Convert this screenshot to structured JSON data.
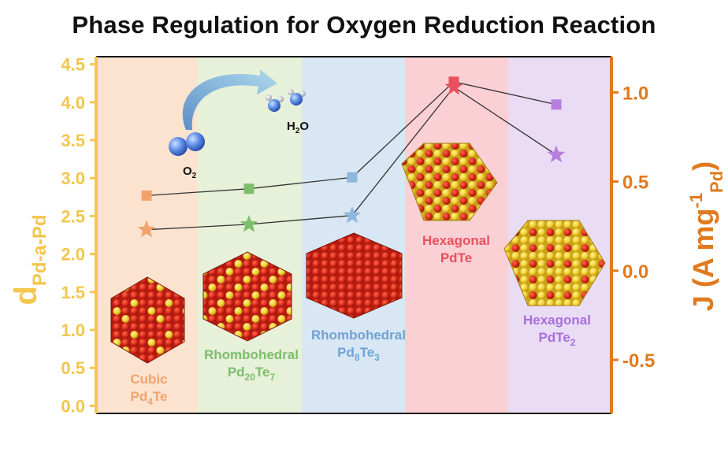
{
  "title": "Phase Regulation for Oxygen Reduction Reaction",
  "chart_data": {
    "type": "line",
    "title": "Phase Regulation for Oxygen Reduction Reaction",
    "categories": [
      "Cubic Pd4Te",
      "Rhombohedral Pd20Te7",
      "Rhombohedral Pd8Te3",
      "Hexagonal PdTe",
      "Hexagonal PdTe2"
    ],
    "y_left": {
      "label_main": "d",
      "label_sub": "Pd-a-Pd",
      "ylim": [
        -0.1,
        4.6
      ],
      "ticks": [
        "0.0",
        "0.5",
        "1.0",
        "1.5",
        "2.0",
        "2.5",
        "3.0",
        "3.5",
        "4.0",
        "4.5"
      ]
    },
    "y_right": {
      "label_main": "J (A mg",
      "label_sup": "-1",
      "label_sub": "Pd",
      "label_end": ")",
      "ylim": [
        -0.8,
        1.2
      ],
      "ticks": [
        "-0.5",
        "0.0",
        "0.5",
        "1.0"
      ]
    },
    "series": [
      {
        "axis": "left",
        "marker": "square",
        "values": [
          2.77,
          2.86,
          3.01,
          4.27,
          3.97
        ]
      },
      {
        "axis": "right",
        "marker": "star",
        "values": [
          0.23,
          0.26,
          0.31,
          1.03,
          0.65
        ]
      }
    ],
    "marker_colors": [
      "#f4a26b",
      "#7dbe6c",
      "#8fb6dc",
      "#e8505f",
      "#b77fdd"
    ],
    "band_colors": [
      "#fbe3d0",
      "#e7f0d8",
      "#d8e7f3",
      "#fbd0d4",
      "#eadcf4"
    ],
    "phase_labels": [
      {
        "line1": "Cubic",
        "line2": "Pd",
        "n1": "4",
        "rest": "Te",
        "n2": "",
        "color": "#f4a26b"
      },
      {
        "line1": "Rhombohedral",
        "line2": "Pd",
        "n1": "20",
        "rest": "Te",
        "n2": "7",
        "color": "#7dbe6c"
      },
      {
        "line1": "Rhombohedral",
        "line2": "Pd",
        "n1": "8",
        "rest": "Te",
        "n2": "3",
        "color": "#6fa3d6"
      },
      {
        "line1": "Hexagonal",
        "line2": "PdTe",
        "n1": "",
        "rest": "",
        "n2": "",
        "color": "#e8505f"
      },
      {
        "line1": "Hexagonal",
        "line2": "PdTe",
        "n1": "2",
        "rest": "",
        "n2": "",
        "color": "#a86fdc"
      }
    ],
    "annotations": {
      "reactant": "O",
      "reactant_sub": "2",
      "product": "H",
      "product_sub": "2",
      "product_rest": "O"
    },
    "grid": false,
    "legend": "none"
  }
}
